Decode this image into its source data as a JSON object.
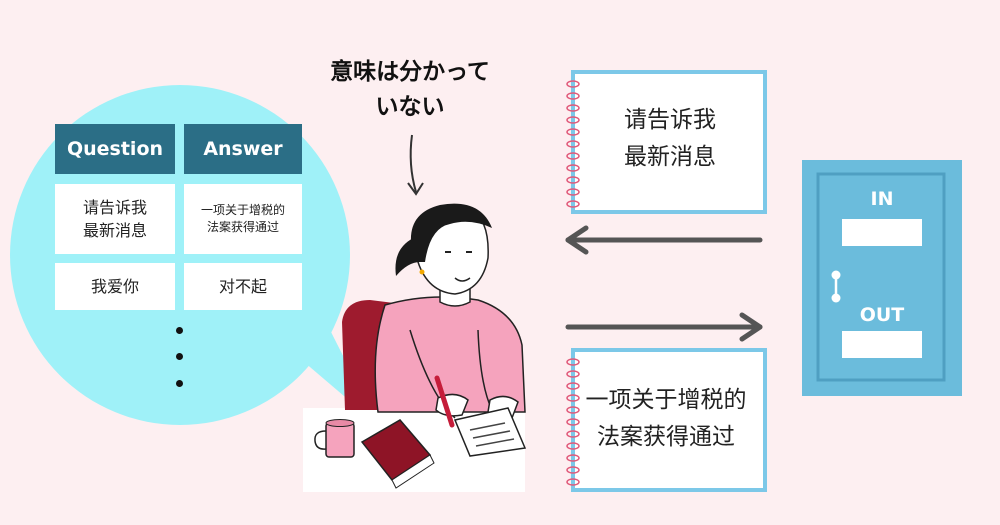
{
  "thought_bubble": "意味は分かって\nいない",
  "table": {
    "headers": [
      "Question",
      "Answer"
    ],
    "rows": [
      {
        "question": "请告诉我\n最新消息",
        "answer": "一项关于增税的\n法案获得通过"
      },
      {
        "question": "我爱你",
        "answer": "对不起"
      }
    ]
  },
  "notes": {
    "input": "请告诉我\n最新消息",
    "output": "一项关于增税的\n法案获得通过"
  },
  "door": {
    "in_label": "IN",
    "out_label": "OUT"
  },
  "colors": {
    "background": "#fdeff1",
    "bubble": "#9ff1f8",
    "table_header": "#2b6e86",
    "door": "#6bbcdc",
    "note_border": "#7cc8e8",
    "arrow": "#555555",
    "shirt": "#f5a3bd",
    "chair": "#9e1b2e",
    "book": "#8e1426"
  }
}
